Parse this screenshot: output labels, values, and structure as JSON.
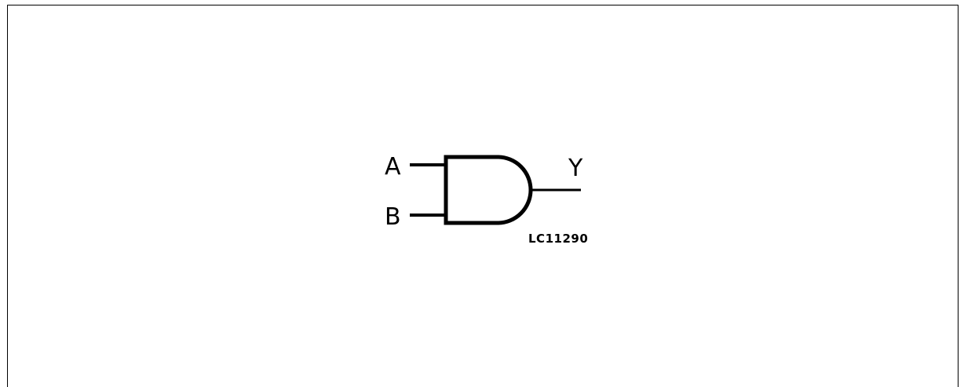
{
  "diagram": {
    "gate_type": "AND",
    "inputs": [
      {
        "label": "A"
      },
      {
        "label": "B"
      }
    ],
    "output": {
      "label": "Y"
    },
    "part_label": "LC11290",
    "line_color": "#000000",
    "background_color": "#ffffff"
  }
}
